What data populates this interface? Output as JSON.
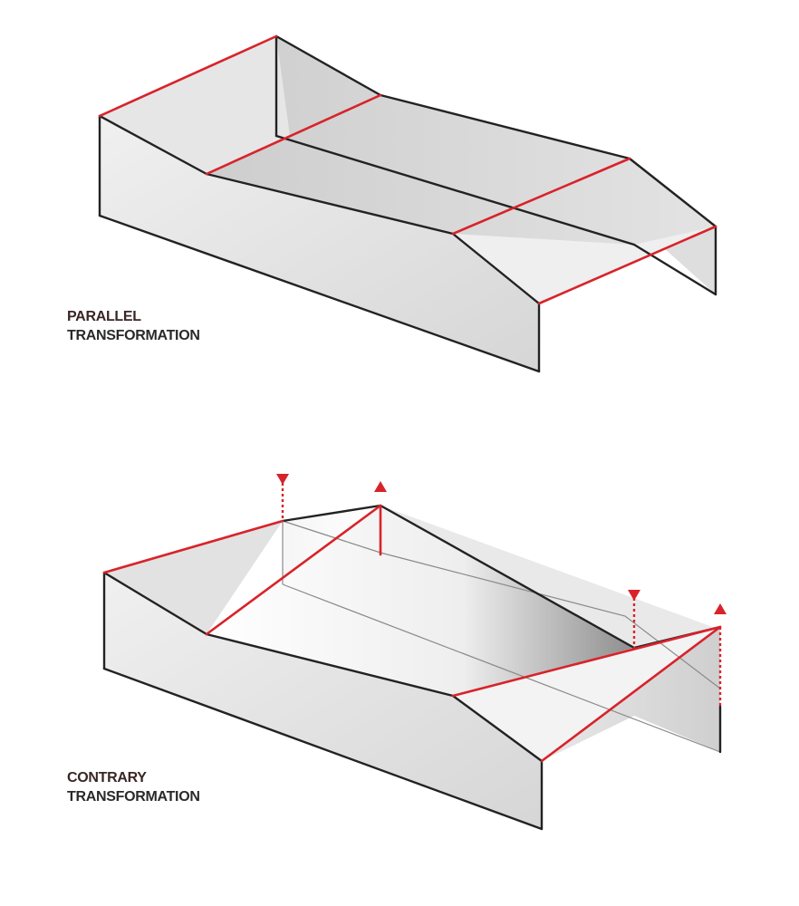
{
  "diagrams": [
    {
      "id": "parallel",
      "caption_line1": "PARALLEL",
      "caption_line2": "TRANSFORMATION"
    },
    {
      "id": "contrary",
      "caption_line1": "CONTRARY",
      "caption_line2": "TRANSFORMATION"
    }
  ],
  "colors": {
    "edge": "#222222",
    "highlight": "#d8232a",
    "face_light": "#ececec",
    "face_mid": "#dcdcdc",
    "face_dark": "#c4c4c4",
    "text": "#2a2a2a"
  }
}
